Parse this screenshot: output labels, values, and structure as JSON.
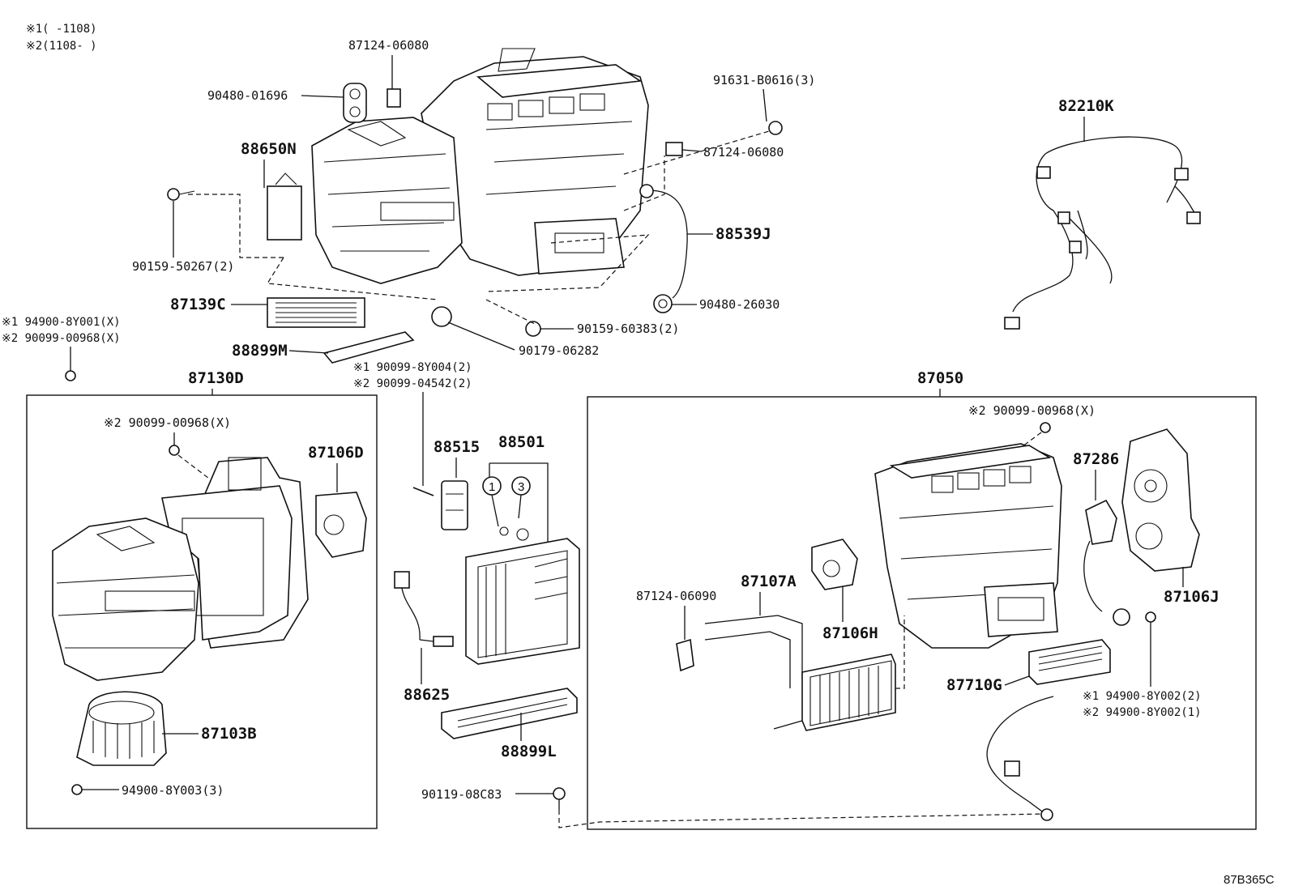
{
  "notes": {
    "n1": "※1(    -1108)",
    "n2": "※2(1108-    )"
  },
  "labels": {
    "l87124_top": "87124-06080",
    "l90480_01696": "90480-01696",
    "l91631": "91631-B0616(3)",
    "l82210K": "82210K",
    "l88650N": "88650N",
    "l87124_right": "87124-06080",
    "l88539J": "88539J",
    "l90159_50267": "90159-50267(2)",
    "l87139C": "87139C",
    "l90480_26030": "90480-26030",
    "l90159_60383": "90159-60383(2)",
    "l94900_8Y001": "※1 94900-8Y001(X)",
    "l90099_00968_left": "※2 90099-00968(X)",
    "l88899M": "88899M",
    "l90179": "90179-06282",
    "l87130D": "87130D",
    "l90099_8Y004": "※1 90099-8Y004(2)",
    "l90099_04542": "※2 90099-04542(2)",
    "l87050": "87050",
    "l90099_00968_box": "※2 90099-00968(X)",
    "l90099_00968_rbox": "※2 90099-00968(X)",
    "l87106D": "87106D",
    "l88515": "88515",
    "l88501": "88501",
    "l87286": "87286",
    "c1": "1",
    "c3": "3",
    "l87124_06090": "87124-06090",
    "l87107A": "87107A",
    "l87106J": "87106J",
    "l87106H": "87106H",
    "l88625": "88625",
    "l87710G": "87710G",
    "l94900_8Y002_1": "※1 94900-8Y002(2)",
    "l94900_8Y002_2": "※2 94900-8Y002(1)",
    "l87103B": "87103B",
    "l88899L": "88899L",
    "l94900_8Y003": "94900-8Y003(3)",
    "l90119": "90119-08C83",
    "code": "87B365C"
  }
}
